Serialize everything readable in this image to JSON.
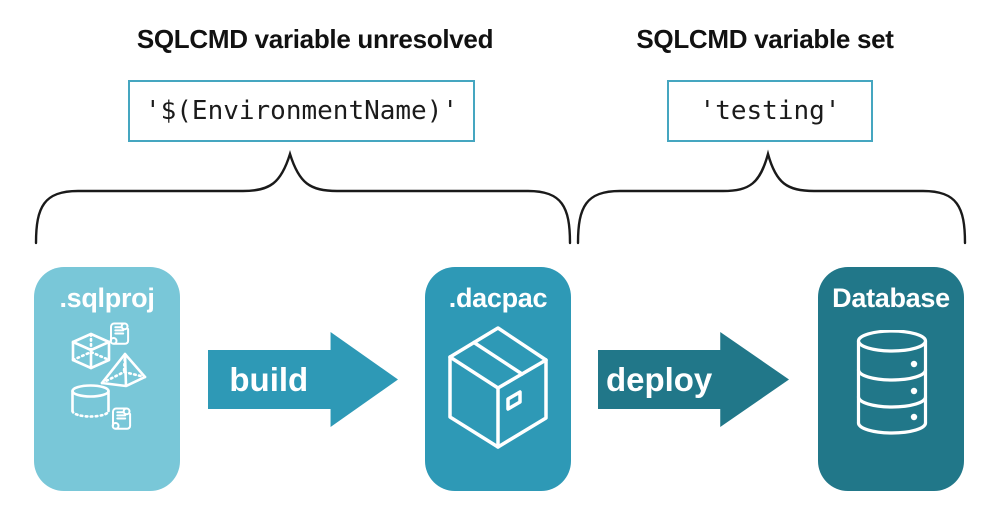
{
  "annotations": {
    "left": {
      "title": "SQLCMD variable unresolved",
      "code": "'$(EnvironmentName)'"
    },
    "right": {
      "title": "SQLCMD variable set",
      "code": "'testing'"
    }
  },
  "pipeline": {
    "stages": [
      {
        "label": ".sqlproj",
        "icon": "sql-objects-icon",
        "color": "#79c7d8"
      },
      {
        "label": ".dacpac",
        "icon": "package-box-icon",
        "color": "#2e99b6"
      },
      {
        "label": "Database",
        "icon": "database-stack-icon",
        "color": "#217789"
      }
    ],
    "arrows": [
      {
        "label": "build",
        "color": "#2e99b6"
      },
      {
        "label": "deploy",
        "color": "#217789"
      }
    ]
  },
  "colors": {
    "background": "#ffffff",
    "code_box_border": "#45a6c0",
    "heading_text": "#111111",
    "brace_stroke": "#1a1a1a",
    "icon_stroke": "#ffffff"
  }
}
